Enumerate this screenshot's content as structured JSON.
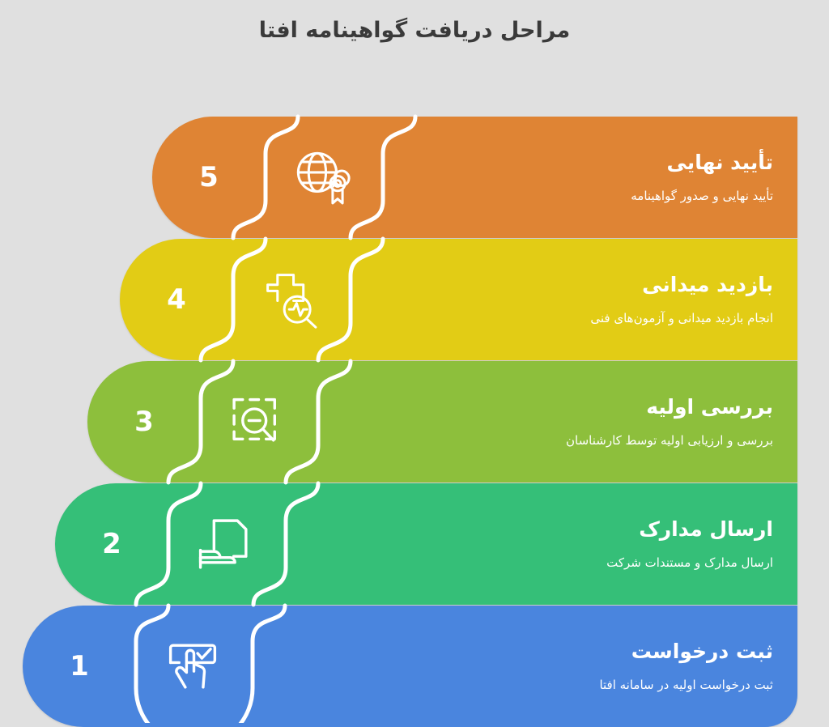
{
  "page": {
    "title": "مراحل دریافت گواهینامه افتا",
    "background_color": "#e0e0e0",
    "title_color": "#3a3a3a"
  },
  "steps": [
    {
      "number": "5",
      "heading": "تأیید نهایی",
      "description": "تأیید نهایی و صدور گواهینامه",
      "color": "#df8434",
      "icon": "globe-award-icon"
    },
    {
      "number": "4",
      "heading": "بازدید میدانی",
      "description": "انجام بازدید میدانی و آزمون‌های فنی",
      "color": "#e2cc15",
      "icon": "cross-pulse-search-icon"
    },
    {
      "number": "3",
      "heading": "بررسی اولیه",
      "description": "بررسی و ارزیابی اولیه توسط کارشناسان",
      "color": "#8dbf3c",
      "icon": "scan-magnifier-icon"
    },
    {
      "number": "2",
      "heading": "ارسال مدارک",
      "description": "ارسال مدارک و مستندات شرکت",
      "color": "#35bf78",
      "icon": "document-hand-icon"
    },
    {
      "number": "1",
      "heading": "ثبت درخواست",
      "description": "ثبت درخواست اولیه در سامانه افتا",
      "color": "#4a85de",
      "icon": "hand-click-checkbox-icon"
    }
  ]
}
